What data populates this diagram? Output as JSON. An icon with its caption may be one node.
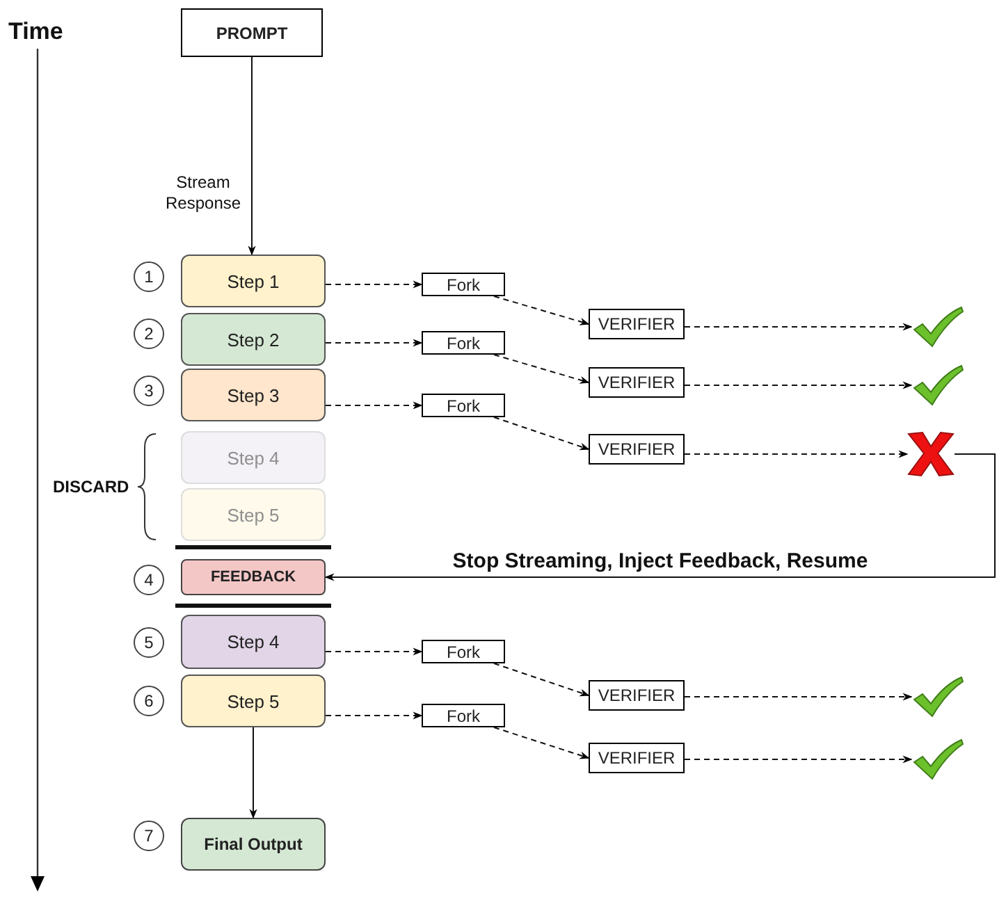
{
  "diagram": {
    "nodes": [
      {
        "text": [
          "PROMPT"
        ]
      },
      {
        "text": [
          "1"
        ]
      },
      {
        "text": [
          "Step 1"
        ]
      },
      {
        "text": [
          "Fork"
        ]
      },
      {
        "text": [
          "VERIFIER"
        ]
      },
      {
        "text": [],
        "shape": "check"
      },
      {
        "text": [
          "2"
        ]
      },
      {
        "text": [
          "Step 2"
        ]
      },
      {
        "text": [
          "Fork"
        ]
      },
      {
        "text": [
          "VERIFIER"
        ]
      },
      {
        "text": [],
        "shape": "check"
      },
      {
        "text": [
          "3"
        ]
      },
      {
        "text": [
          "Step 3"
        ]
      },
      {
        "text": [
          "Fork"
        ]
      },
      {
        "text": [
          "VERIFIER"
        ]
      },
      {
        "text": [],
        "shape": "cross"
      },
      {
        "text": [
          "Step 4"
        ]
      },
      {
        "text": [
          "Step 5"
        ]
      },
      {
        "text": [
          "4"
        ]
      },
      {
        "text": [
          "FEEDBACK"
        ]
      },
      {
        "text": [
          "5"
        ]
      },
      {
        "text": [
          "Step 4"
        ]
      },
      {
        "text": [
          "Fork"
        ]
      },
      {
        "text": [
          "VERIFIER"
        ]
      },
      {
        "text": [],
        "shape": "check"
      },
      {
        "text": [
          "6"
        ]
      },
      {
        "text": [
          "Step 5"
        ]
      },
      {
        "text": [
          "Fork"
        ]
      },
      {
        "text": [
          "VERIFIER"
        ]
      },
      {
        "text": [],
        "shape": "check"
      },
      {
        "text": [
          "7"
        ]
      },
      {
        "text": [
          "Final Output"
        ]
      }
    ],
    "edges": [
      {
        "from": 0,
        "to": 2,
        "arrow": "to",
        "label": "Stream Response"
      },
      {
        "from": 2,
        "to": 3,
        "arrow": "to",
        "style": "dashed"
      },
      {
        "from": 3,
        "to": 4,
        "arrow": "to",
        "style": "dashed"
      },
      {
        "from": 4,
        "to": 5,
        "arrow": "to",
        "style": "dashed"
      },
      {
        "from": 7,
        "to": 8,
        "arrow": "to",
        "style": "dashed"
      },
      {
        "from": 8,
        "to": 9,
        "arrow": "to",
        "style": "dashed"
      },
      {
        "from": 9,
        "to": 10,
        "arrow": "to",
        "style": "dashed"
      },
      {
        "from": 12,
        "to": 13,
        "arrow": "to",
        "style": "dashed"
      },
      {
        "from": 13,
        "to": 14,
        "arrow": "to",
        "style": "dashed"
      },
      {
        "from": 14,
        "to": 15,
        "arrow": "to",
        "style": "dashed"
      },
      {
        "from": 15,
        "to": 19,
        "arrow": "to",
        "label": "Stop Streaming, Inject Feedback, Resume"
      },
      {
        "from": 21,
        "to": 22,
        "arrow": "to",
        "style": "dashed"
      },
      {
        "from": 22,
        "to": 23,
        "arrow": "to",
        "style": "dashed"
      },
      {
        "from": 23,
        "to": 24,
        "arrow": "to",
        "style": "dashed"
      },
      {
        "from": 26,
        "to": 27,
        "arrow": "to",
        "style": "dashed"
      },
      {
        "from": 27,
        "to": 28,
        "arrow": "to",
        "style": "dashed"
      },
      {
        "from": 28,
        "to": 29,
        "arrow": "to",
        "style": "dashed"
      },
      {
        "from": 26,
        "to": 31,
        "arrow": "to"
      }
    ],
    "labels": [
      "Time",
      "DISCARD"
    ]
  }
}
